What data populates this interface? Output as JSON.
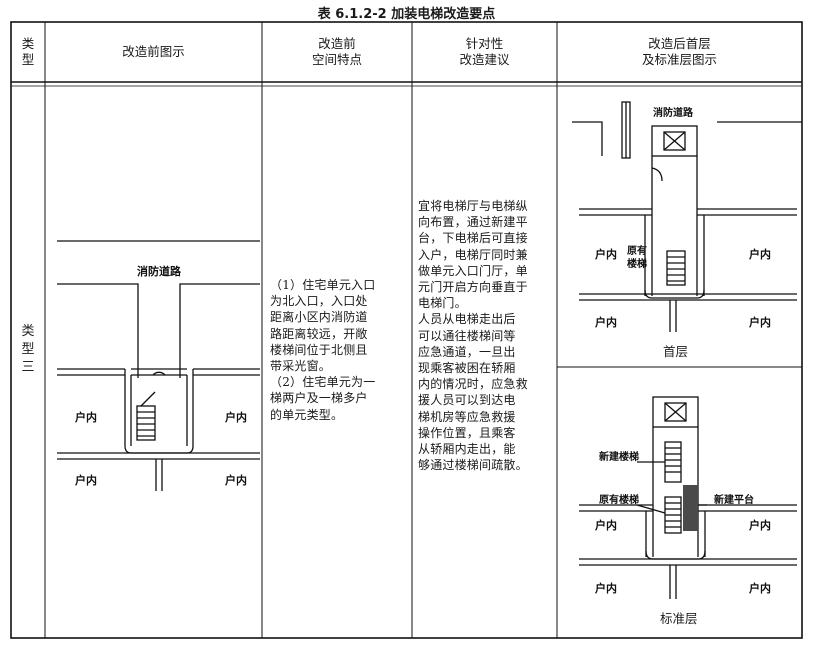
{
  "caption": "表 6.1.2-2   加装电梯改造要点",
  "header": {
    "type": "类\n型",
    "before_diagram": "改造前图示",
    "features": "改造前\n空间特点",
    "suggestions": "针对性\n改造建议",
    "after_diagram": "改造后首层\n及标准层图示"
  },
  "row": {
    "type": "类\n型\n三",
    "features_text": "（1）住宅单元入口\n为北入口，入口处\n距离小区内消防道\n路距离较远，开敞\n楼梯间位于北侧且\n带采光窗。\n（2）住宅单元为一\n梯两户及一梯多户\n的单元类型。",
    "suggestions_text": "宜将电梯厅与电梯纵\n向布置，通过新建平\n台，下电梯后可直接\n入户，电梯厅同时兼\n做单元入口门厅，单\n元门开启方向垂直于\n电梯门。\n人员从电梯走出后\n可以通往楼梯间等\n应急通道，一旦出\n现乘客被困在轿厢\n内的情况时，应急救\n援人员可以到达电\n梯机房等应急救援\n操作位置，且乘客\n从轿厢内走出，能\n够通过楼梯间疏散。"
  },
  "before_plan": {
    "road": "消防道路",
    "unit_left": "户内",
    "unit_right": "户内",
    "unit_bottom_left": "户内",
    "unit_bottom_right": "户内"
  },
  "ground_plan": {
    "road": "消防道路",
    "existing_stair": "原有\n楼梯",
    "unit_left": "户内",
    "unit_right": "户内",
    "unit_bottom_left": "户内",
    "unit_bottom_right": "户内",
    "caption": "首层"
  },
  "standard_plan": {
    "new_stair": "新建楼梯",
    "existing_stair": "原有楼梯",
    "new_platform": "新建平台",
    "unit_left": "户内",
    "unit_right": "户内",
    "unit_bottom_left": "户内",
    "unit_bottom_right": "户内",
    "caption": "标准层"
  }
}
